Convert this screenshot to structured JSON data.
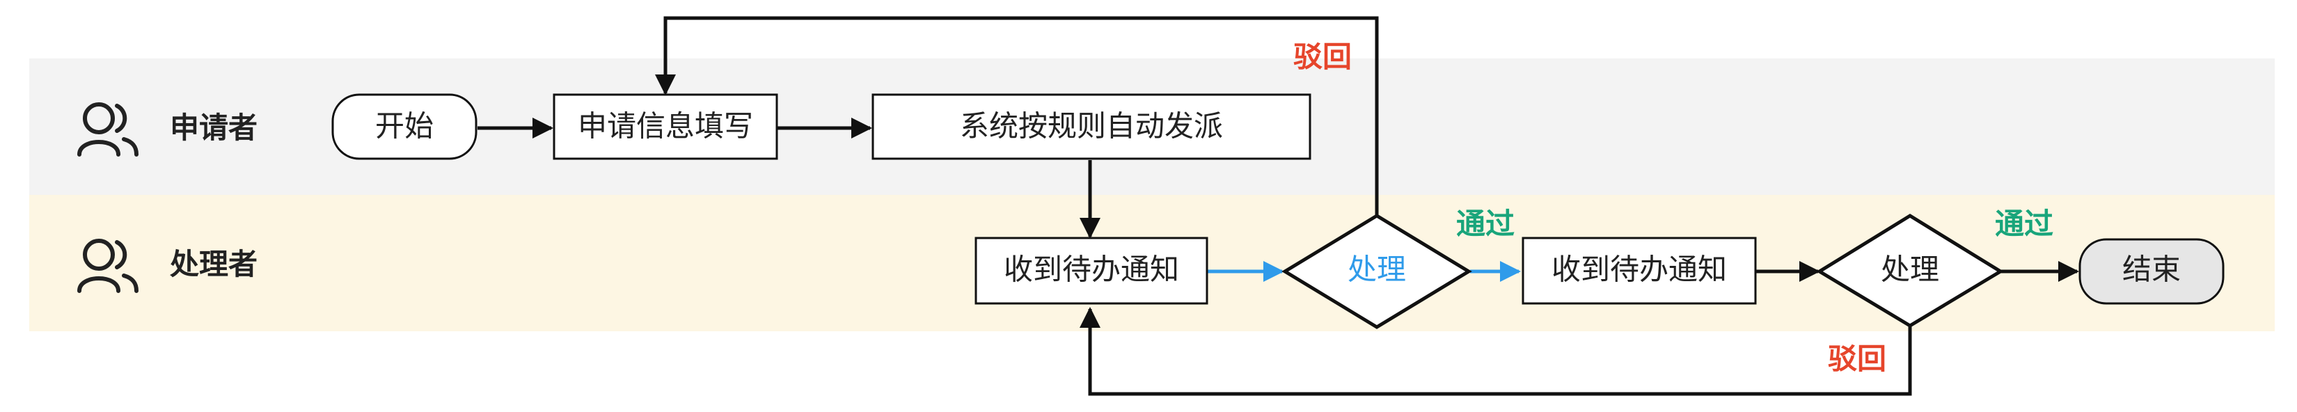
{
  "lanes": [
    {
      "label": "申请者",
      "icon": "users-icon",
      "color": "#f3f3f3"
    },
    {
      "label": "处理者",
      "icon": "users-icon",
      "color": "#fdf6e3"
    }
  ],
  "nodes": {
    "start": "开始",
    "fill_form": "申请信息填写",
    "auto_dispatch": "系统按规则自动发派",
    "todo_1": "收到待办通知",
    "decision_1": "处理",
    "todo_2": "收到待办通知",
    "decision_2": "处理",
    "end": "结束"
  },
  "edge_labels": {
    "pass_1": "通过",
    "pass_2": "通过",
    "reject_1": "驳回",
    "reject_2": "驳回"
  },
  "colors": {
    "accent_blue": "#2f9bea",
    "pass_green": "#19a57b",
    "reject_red": "#e6452b",
    "line": "#111111",
    "end_fill": "#e6e6e6"
  }
}
